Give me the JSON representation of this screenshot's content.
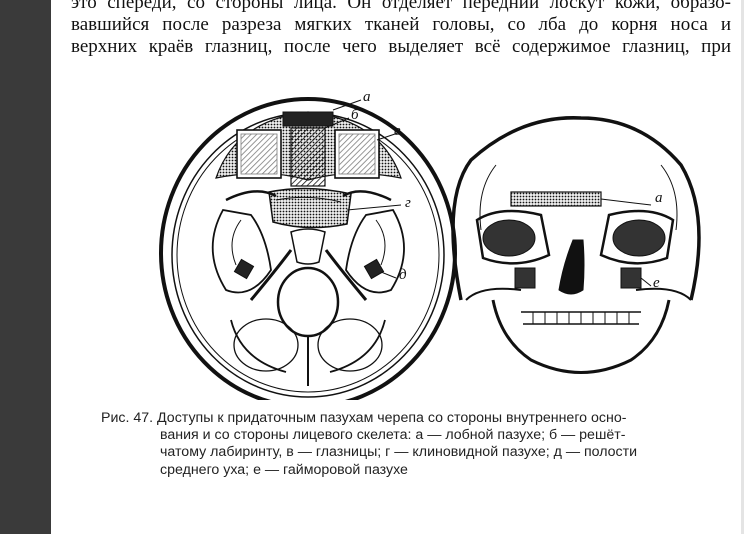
{
  "body_text": {
    "lines": [
      "это спереди, со стороны лица. Он отделяет передний лоскут кожи, образо-",
      "вавшийся после разреза мягких тканей головы, со лба до корня носа и",
      "верхних краёв глазниц, после чего выделяет всё содержимое глазниц, при"
    ]
  },
  "figure": {
    "labels": {
      "a_left": "а",
      "b": "б",
      "v": "в",
      "g": "г",
      "d": "д",
      "a_right": "а",
      "e": "е"
    }
  },
  "caption": {
    "lines": [
      "Рис. 47. Доступы к придаточным пазухам черепа со стороны внутреннего осно-",
      "вания и со стороны лицевого скелета: а — лобной пазухе; б — решёт-",
      "чатому лабиринту, в — глазницы; г — клиновидной пазухе; д — полости",
      "среднего уха; е — гайморовой пазухе"
    ]
  }
}
